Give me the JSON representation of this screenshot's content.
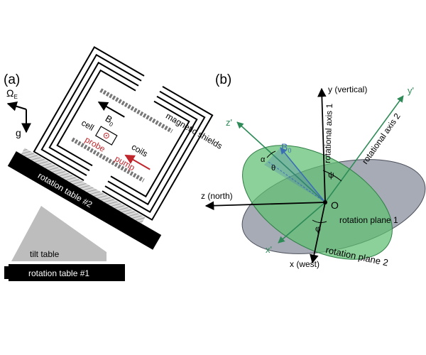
{
  "panel_a": {
    "tag": "(a)",
    "omega_symbol": "Ω",
    "omega_sub": "E",
    "gravity": "g",
    "shields": "magnetic shields",
    "b0_symbol": "B",
    "b0_sub": "0",
    "cell": "cell",
    "coils": "coils",
    "probe": "probe",
    "pump": "pump",
    "rotation_table_2": "rotation table #2",
    "tilt_table": "tilt table",
    "rotation_table_1": "rotation table #1",
    "colors": {
      "pump_red": "#c0262c",
      "black": "#000000",
      "grey_fill": "#bdbdbd"
    }
  },
  "panel_b": {
    "tag": "(b)",
    "y_axis": "y (vertical)",
    "y_prime": "y'",
    "z_prime": "z'",
    "z_axis": "z (north)",
    "x_prime": "x'",
    "x_axis": "x (west)",
    "origin": "O",
    "b0_symbol": "B",
    "b0_sub": "0",
    "alpha": "α",
    "theta": "θ",
    "psi": "ψ",
    "phi": "φ",
    "rot_axis_1": "rotational axis 1",
    "rot_axis_2": "rotational axis 2",
    "rot_plane_1": "rotation plane 1",
    "rot_plane_2": "rotation plane 2",
    "colors": {
      "green_fill": "#5fbf72",
      "green_dark": "#2e8b57",
      "grey_plane": "#8a8f9e",
      "b0_blue": "#3b6fb3"
    }
  }
}
